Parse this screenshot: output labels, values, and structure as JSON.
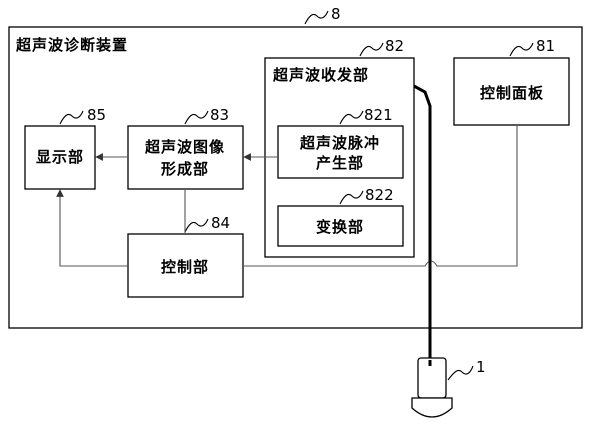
{
  "device": {
    "title": "超声波诊断装置",
    "ref": "8"
  },
  "transceiver": {
    "title": "超声波收发部",
    "ref": "82"
  },
  "pulse_gen": {
    "line1": "超声波脉冲",
    "line2": "产生部",
    "ref": "821"
  },
  "converter": {
    "label": "变换部",
    "ref": "822"
  },
  "control_panel": {
    "label": "控制面板",
    "ref": "81"
  },
  "display": {
    "label": "显示部",
    "ref": "85"
  },
  "image_former": {
    "line1": "超声波图像",
    "line2": "形成部",
    "ref": "83"
  },
  "controller": {
    "label": "控制部",
    "ref": "84"
  },
  "probe": {
    "ref": "1"
  },
  "colors": {
    "stroke": "#000000",
    "connector": "#555555",
    "background": "#ffffff"
  }
}
